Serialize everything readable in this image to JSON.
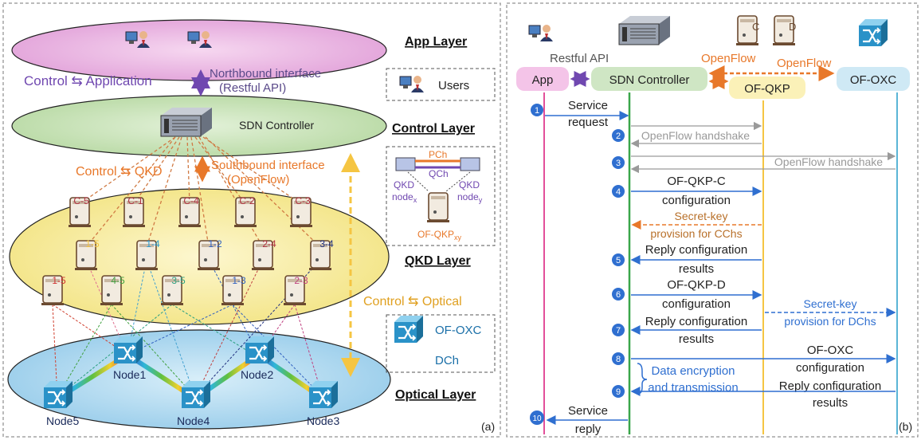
{
  "panel_a": {
    "tag": "(a)",
    "layers": {
      "app": "App Layer",
      "control": "Control Layer",
      "qkd": "QKD Layer",
      "optical": "Optical Layer"
    },
    "north_label": "Control ⇆ Application",
    "north_if_1": "Northbound interface",
    "north_if_2": "(Restful API)",
    "controller_label": "SDN Controller",
    "south_label": "Control ⇆ QKD",
    "south_if_1": "Southbound interface",
    "south_if_2": "(OpenFlow)",
    "optical_label": "Control ⇆ Optical",
    "legend": {
      "users": "Users",
      "pch": "PCh",
      "qch": "QCh",
      "qkd_x_1": "QKD",
      "qkd_x_2": "node",
      "qkd_x_sub": "x",
      "qkd_y_1": "QKD",
      "qkd_y_2": "node",
      "qkd_y_sub": "y",
      "ofqkp": "OF-QKP",
      "ofqkp_sub": "xy",
      "oxc": "OF-OXC",
      "dch": "DCh"
    },
    "qkp_top": [
      "C-5",
      "C-1",
      "C-4",
      "C-2",
      "C-3"
    ],
    "qkp_mid": [
      "1-5",
      "1-4",
      "1-2",
      "2-4",
      "3-4"
    ],
    "qkp_low": [
      "1-5",
      "4-5",
      "3-5",
      "1-3",
      "2-3"
    ],
    "nodes": [
      "Node1",
      "Node2",
      "Node5",
      "Node4",
      "Node3"
    ]
  },
  "panel_b": {
    "tag": "(b)",
    "restful": "Restful API",
    "openflow_1": "OpenFlow",
    "openflow_2": "OpenFlow",
    "icon_c": "C",
    "icon_d": "D",
    "actors": {
      "app": "App",
      "controller": "SDN Controller",
      "qkp": "OF-QKP",
      "oxc": "OF-OXC"
    },
    "step_numbers": [
      "1",
      "2",
      "3",
      "4",
      "5",
      "6",
      "7",
      "8",
      "9",
      "10"
    ],
    "messages": {
      "m1a": "Service",
      "m1b": "request",
      "m2": "OpenFlow handshake",
      "m3": "OpenFlow handshake",
      "m4a": "OF-QKP-C",
      "m4b": "configuration",
      "m4c": "Secret-key",
      "m4d": "provision for CChs",
      "m5a": "Reply configuration",
      "m5b": "results",
      "m6a": "OF-QKP-D",
      "m6b": "configuration",
      "m6c": "Secret-key",
      "m6d": "provision for DChs",
      "m7a": "Reply configuration",
      "m7b": "results",
      "m8a": "OF-OXC",
      "m8b": "configuration",
      "m8c": "Data encryption",
      "m8d": "and transmission",
      "m9a": "Reply configuration",
      "m9b": "results",
      "m10a": "Service",
      "m10b": "reply"
    }
  },
  "colors": {
    "app": "#e3509a",
    "controller": "#3aa64a",
    "qkp": "#f5c542",
    "oxc": "#5bb5d6",
    "arrow": "#2f6fd0",
    "gray": "#9a9a9a",
    "orange": "#e8782a",
    "purple": "#7048b0"
  }
}
